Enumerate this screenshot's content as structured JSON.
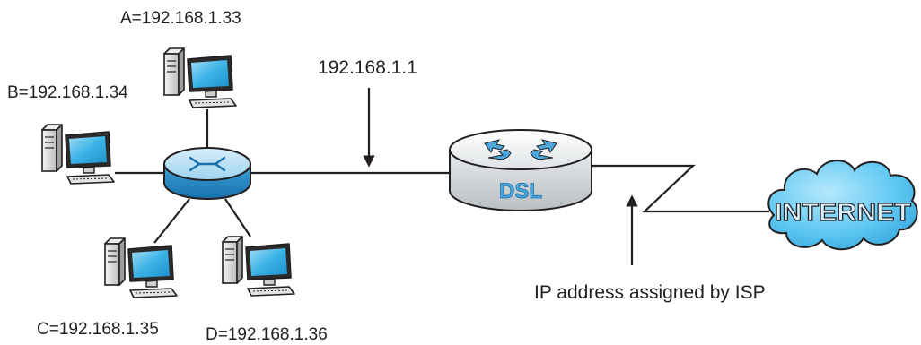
{
  "hosts": [
    {
      "id": "A",
      "label": "A=192.168.1.33"
    },
    {
      "id": "B",
      "label": "B=192.168.1.34"
    },
    {
      "id": "C",
      "label": "C=192.168.1.35"
    },
    {
      "id": "D",
      "label": "D=192.168.1.36"
    }
  ],
  "lan_address": "192.168.1.1",
  "router_label": "DSL",
  "cloud_label": "INTERNET",
  "wan_caption": "IP address assigned by ISP",
  "colors": {
    "line": "#231f20",
    "device_blue": "#1f9ad6",
    "router_fill": "#eef0f2",
    "cloud_fill": "#5cc6f2"
  }
}
